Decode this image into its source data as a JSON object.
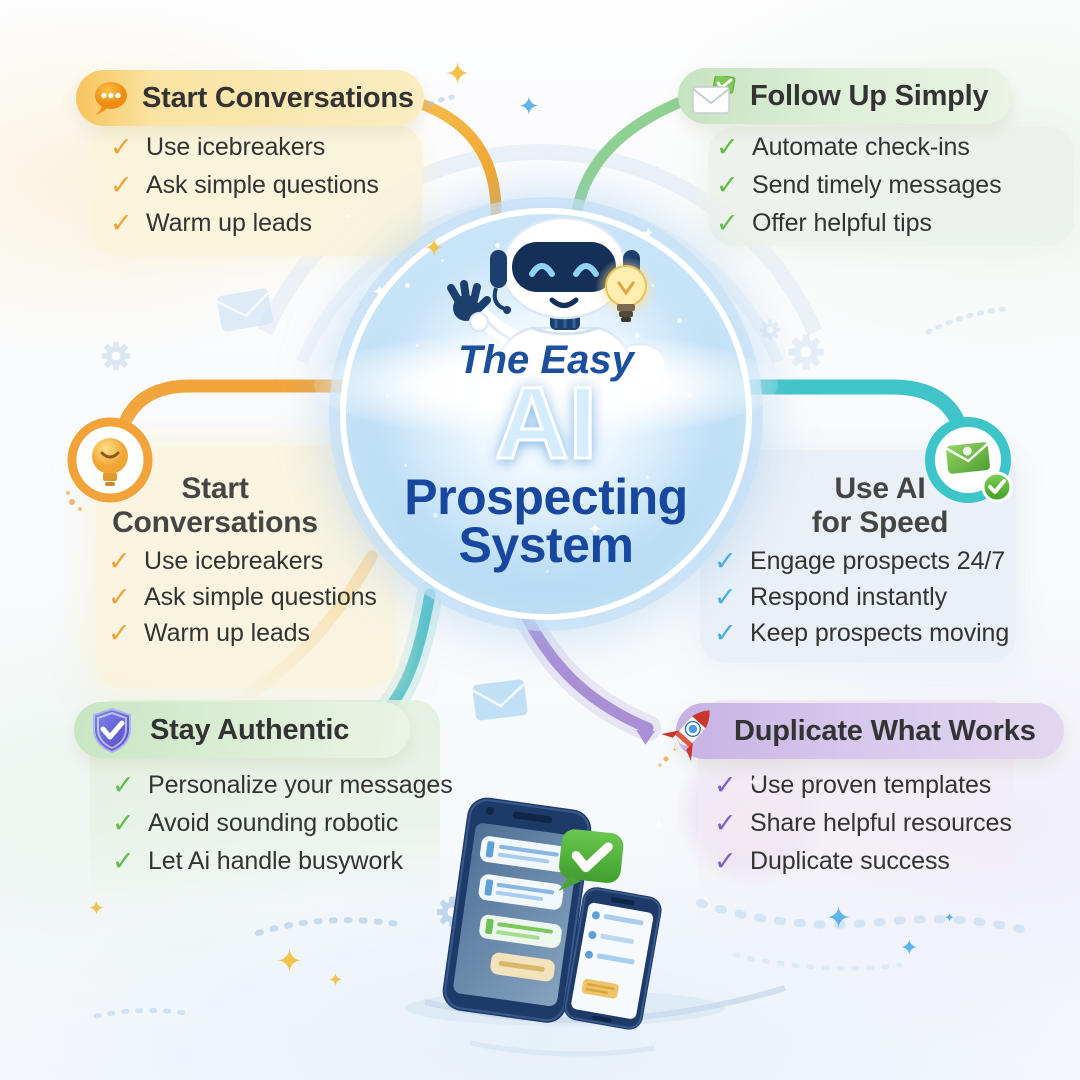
{
  "glyphs": {
    "check": "✓",
    "sparkle": "✦"
  },
  "center": {
    "title_top": "The Easy",
    "title_main": "AI",
    "title_line3": "Prospecting",
    "title_line4": "System"
  },
  "sections": {
    "top_left": {
      "icon": "chat-bubble-icon",
      "title": "Start Conversations",
      "items": [
        "Use icebreakers",
        "Ask simple questions",
        "Warm up leads"
      ],
      "accent": "#F0A236"
    },
    "top_right": {
      "icon": "envelope-check-icon",
      "title": "Follow Up Simply",
      "items": [
        "Automate check-ins",
        "Send timely messages",
        "Offer helpful tips"
      ],
      "accent": "#62BC49"
    },
    "mid_left": {
      "icon": "lightbulb-icon",
      "title_line1": "Start",
      "title_line2": "Conversations",
      "items": [
        "Use icebreakers",
        "Ask simple questions",
        "Warm up leads"
      ],
      "accent": "#F0A236"
    },
    "mid_right": {
      "icon": "envelope-badge-icon",
      "title_line1": "Use AI",
      "title_line2": "for Speed",
      "items": [
        "Engage prospects 24/7",
        "Respond instantly",
        "Keep prospects moving"
      ],
      "accent": "#45AEE5"
    },
    "bottom_left": {
      "icon": "shield-check-icon",
      "title": "Stay Authentic",
      "items": [
        "Personalize your messages",
        "Avoid sounding robotic",
        "Let Ai handle busywork"
      ],
      "accent": "#62BC49"
    },
    "bottom_right": {
      "icon": "rocket-icon",
      "title": "Duplicate What Works",
      "items": [
        "Use proven templates",
        "Share helpful resources",
        "Duplicate success"
      ],
      "accent": "#7B5EC6"
    }
  },
  "colors": {
    "connector_orange": "#F2A53C",
    "connector_green": "#8FD193",
    "connector_teal": "#3FC4C9",
    "connector_purple": "#A98FD6",
    "circle_blue": "#7CB8E9",
    "title_navy": "#17479E"
  }
}
